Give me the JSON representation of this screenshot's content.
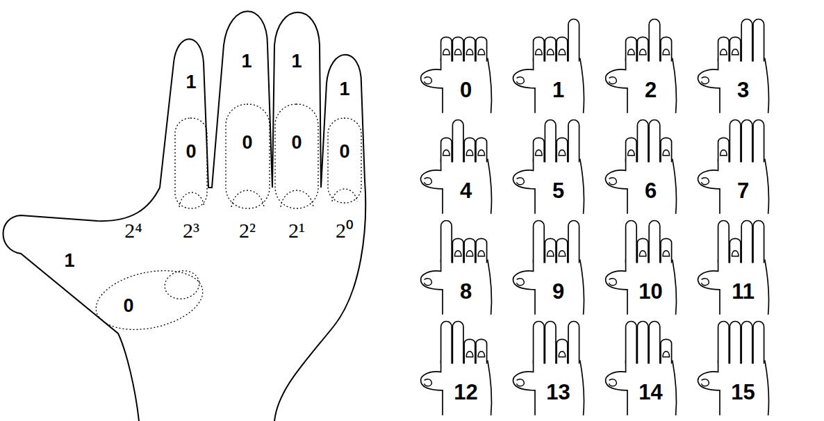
{
  "diagram": {
    "labels": [
      "1",
      "0",
      "1",
      "0",
      "1",
      "0",
      "1",
      "0",
      "1",
      "0",
      "2⁴",
      "2³",
      "2²",
      "2¹",
      "2⁰",
      "0",
      "1",
      "2",
      "3",
      "4",
      "5",
      "6",
      "7",
      "8",
      "9",
      "10",
      "11",
      "12",
      "13",
      "14",
      "15"
    ]
  }
}
